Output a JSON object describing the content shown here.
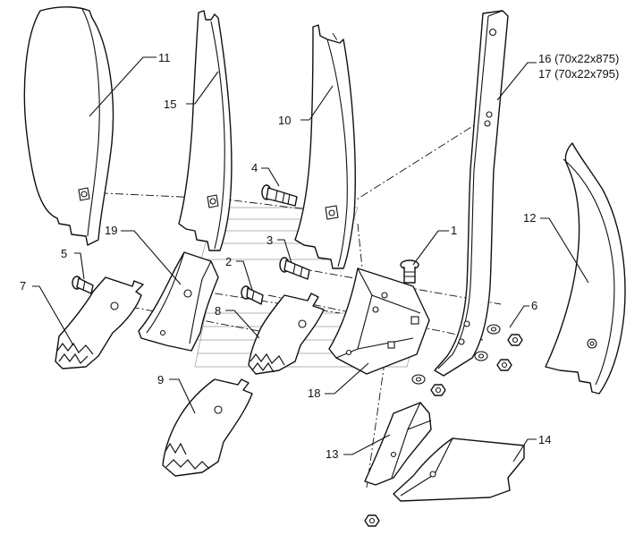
{
  "callouts": {
    "p1": "1",
    "p2": "2",
    "p3": "3",
    "p4": "4",
    "p5": "5",
    "p6": "6",
    "p7": "7",
    "p8": "8",
    "p9": "9",
    "p10": "10",
    "p11": "11",
    "p12": "12",
    "p13": "13",
    "p14": "14",
    "p15": "15",
    "p16": "16 (70x22x875)",
    "p17": "17 (70x22x795)",
    "p18": "18",
    "p19": "19"
  }
}
